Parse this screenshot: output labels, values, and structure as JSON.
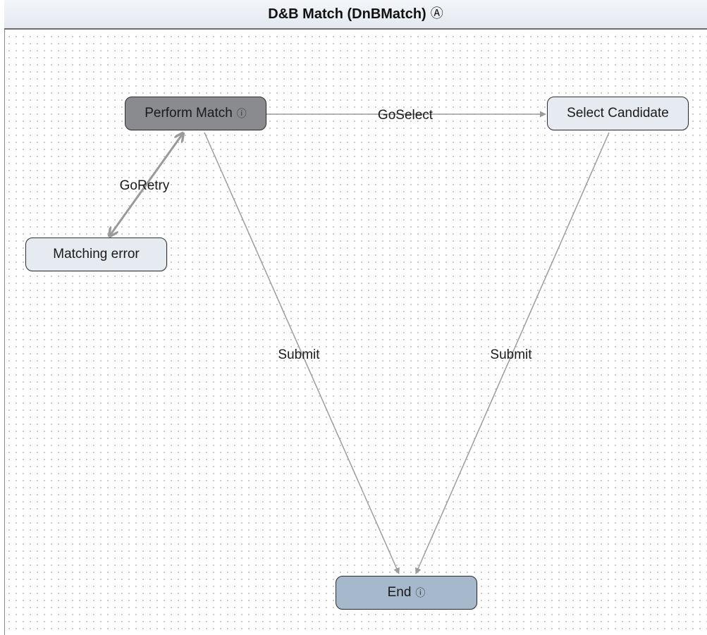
{
  "diagram": {
    "title": "D&B Match (DnBMatch)",
    "title_icon": "Ⓐ",
    "nodes": {
      "perform_match": {
        "label": "Perform Match",
        "icon": "ⓘ",
        "fill": "#8a8b8e"
      },
      "select_candidate": {
        "label": "Select Candidate",
        "fill": "#e6ebf1"
      },
      "matching_error": {
        "label": "Matching error",
        "fill": "#e6ebf1"
      },
      "end": {
        "label": "End",
        "icon": "ⓘ",
        "fill": "#a6b8cb"
      }
    },
    "edges": {
      "go_select": {
        "label": "GoSelect"
      },
      "go_retry": {
        "label": "GoRetry"
      },
      "submit_from_perform": {
        "label": "Submit"
      },
      "submit_from_select": {
        "label": "Submit"
      }
    }
  }
}
